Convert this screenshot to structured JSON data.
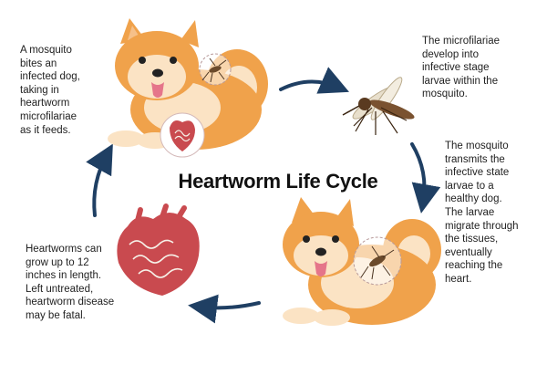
{
  "title": "Heartworm Life Cycle",
  "steps": [
    {
      "text": "A mosquito\nbites an\ninfected dog,\ntaking in\nheartworm\nmicrofilariae\nas it feeds."
    },
    {
      "text": "The microfilariae\ndevelop into\ninfective stage\nlarvae within the\nmosquito."
    },
    {
      "text": "The mosquito\ntransmits the\ninfective state\nlarvae to a\nhealthy dog.\nThe larvae\nmigrate through\nthe tissues,\neventually\nreaching the\nheart."
    },
    {
      "text": "Heartworms can\ngrow up to 12\ninches in length.\nLeft untreated,\nheartworm disease\nmay be fatal."
    }
  ],
  "icons": [
    "infected-dog-icon",
    "mosquito-icon",
    "healthy-dog-icon",
    "heart-icon",
    "cycle-arrow-icon"
  ],
  "colors": {
    "arrow": "#1f3f63",
    "fur": "#f0a24b",
    "fur_light": "#fbe3c4",
    "heart": "#c94a4f",
    "worm": "#f6f1e8"
  }
}
